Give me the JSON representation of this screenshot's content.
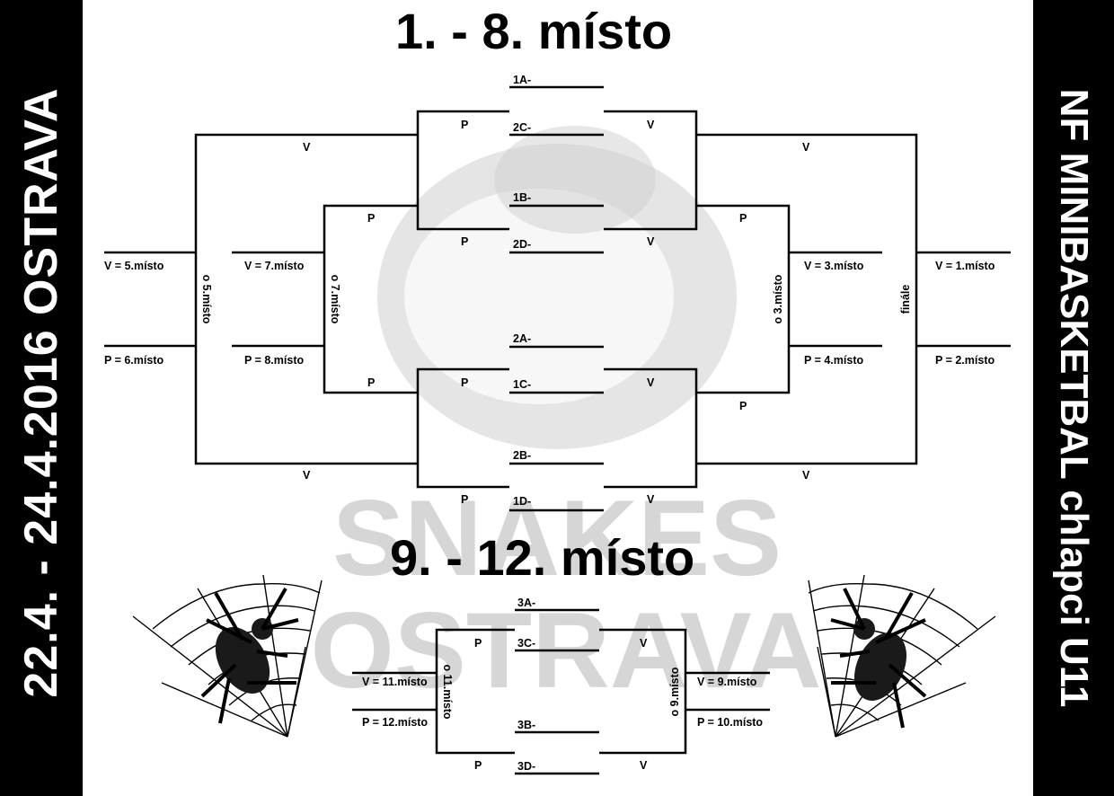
{
  "side_left_text": "22.4. - 24.4.2016  OSTRAVA",
  "side_right_text": "NF MINIBASKETBAL chlapci U11",
  "heading_top": "1. - 8. místo",
  "heading_bottom": "9. - 12. místo",
  "watermark": {
    "line1": "SNAKES",
    "line2": "OSTRAVA"
  },
  "upper": {
    "slots": [
      "1A-",
      "2C-",
      "1B-",
      "2D-",
      "2A-",
      "1C-",
      "2B-",
      "1D-"
    ],
    "loser": "P",
    "winner": "V",
    "o5": "o 5.místo",
    "o7": "o 7.místo",
    "o3": "o 3.místo",
    "final": "finále",
    "v5": "V = 5.místo",
    "p6": "P = 6.místo",
    "v7": "V = 7.místo",
    "p8": "P = 8.místo",
    "v3": "V = 3.místo",
    "p4": "P = 4.místo",
    "v1": "V = 1.místo",
    "p2": "P = 2.místo"
  },
  "lower": {
    "slots": [
      "3A-",
      "3C-",
      "3B-",
      "3D-"
    ],
    "loser": "P",
    "winner": "V",
    "o11": "o 11.místo",
    "o9": "o 9.místo",
    "v11": "V = 11.místo",
    "p12": "P = 12.místo",
    "v9": "V = 9.místo",
    "p10": "P = 10.místo"
  }
}
